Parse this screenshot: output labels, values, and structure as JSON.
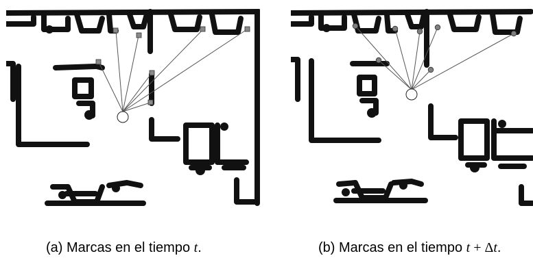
{
  "figure": {
    "captions": [
      {
        "label": "(a) Marcas en el tiempo",
        "var": "t",
        "end": "."
      },
      {
        "label": "(b) Marcas en el tiempo",
        "var": "t",
        "op": " + ",
        "delta": "Δ",
        "var2": "t",
        "end": "."
      }
    ]
  },
  "colors": {
    "map_ink": "#111111",
    "landmark_a": "#8a8a8a",
    "landmark_b": "#7f7f7f",
    "ray": "#555555",
    "robot": "#222222"
  },
  "icons": {
    "landmark_a": "square-marker",
    "landmark_b": "circle-marker",
    "robot": "robot-circle-icon"
  }
}
